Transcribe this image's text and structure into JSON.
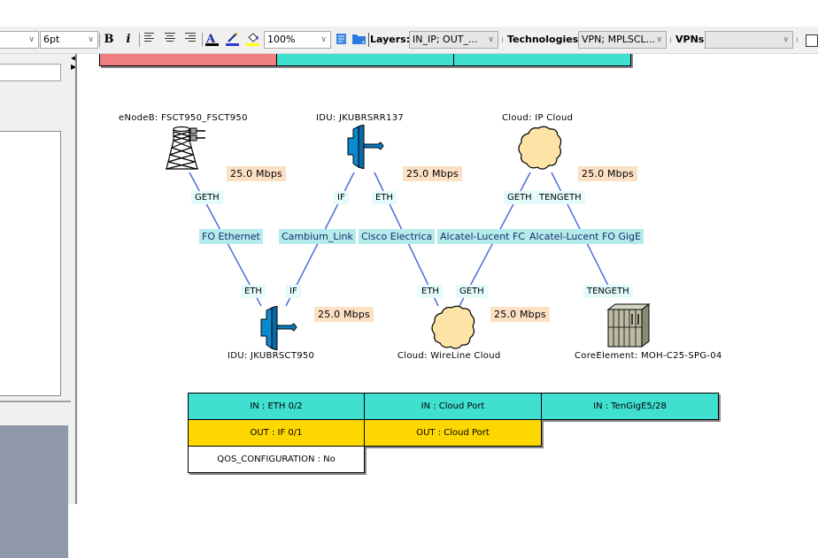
{
  "toolbar": {
    "font_name": "",
    "font_size": "6pt",
    "bold_label": "B",
    "italic_label": "i",
    "zoom": "100%",
    "layers_label": "Layers:",
    "layers_value": "IN_IP; OUT_...",
    "technologies_label": "Technologies:",
    "technologies_value": "VPN; MPLSCL...",
    "vpns_label": "VPNs:",
    "vpns_value": ""
  },
  "nodes": [
    {
      "label": "eNodeB: FSCT950_FSCT950",
      "icon": "cell-tower-icon"
    },
    {
      "label": "IDU: JKUBRSRR137",
      "icon": "idu-antenna-icon"
    },
    {
      "label": "Cloud: IP Cloud",
      "icon": "cloud-icon"
    },
    {
      "label": "IDU: JKUBRSCT950",
      "icon": "idu-antenna-icon"
    },
    {
      "label": "Cloud: WireLine Cloud",
      "icon": "cloud-icon"
    },
    {
      "label": "CoreElement: MOH-C25-SPG-04",
      "icon": "core-element-rack-icon"
    }
  ],
  "bandwidths": [
    "25.0 Mbps",
    "25.0 Mbps",
    "25.0 Mbps",
    "25.0 Mbps",
    "25.0 Mbps"
  ],
  "ports": {
    "top": [
      "GETH",
      "IF",
      "ETH",
      "GETH",
      "TENGETH"
    ],
    "bottom": [
      "ETH",
      "IF",
      "ETH",
      "GETH",
      "TENGETH"
    ]
  },
  "links": [
    "FO Ethernet",
    "Cambium_Link",
    "Cisco Electrica",
    "Alcatel-Lucent FC",
    "Alcatel-Lucent FO GigE"
  ],
  "top_table": [
    "",
    "",
    ""
  ],
  "bottom_table": {
    "in": [
      "IN : ETH 0/2",
      "IN : Cloud Port",
      "IN : TenGigE5/28"
    ],
    "out": [
      "OUT : IF 0/1",
      "OUT : Cloud Port"
    ],
    "qos": "QOS_CONFIGURATION : No"
  },
  "colors": {
    "in_row": "#40e0d0",
    "out_row": "#ffd700",
    "header_red": "#f08080",
    "bandwidth_bg": "#fce0c4",
    "link_bg": "#b4ecec",
    "edge": "#4a6fd8"
  }
}
